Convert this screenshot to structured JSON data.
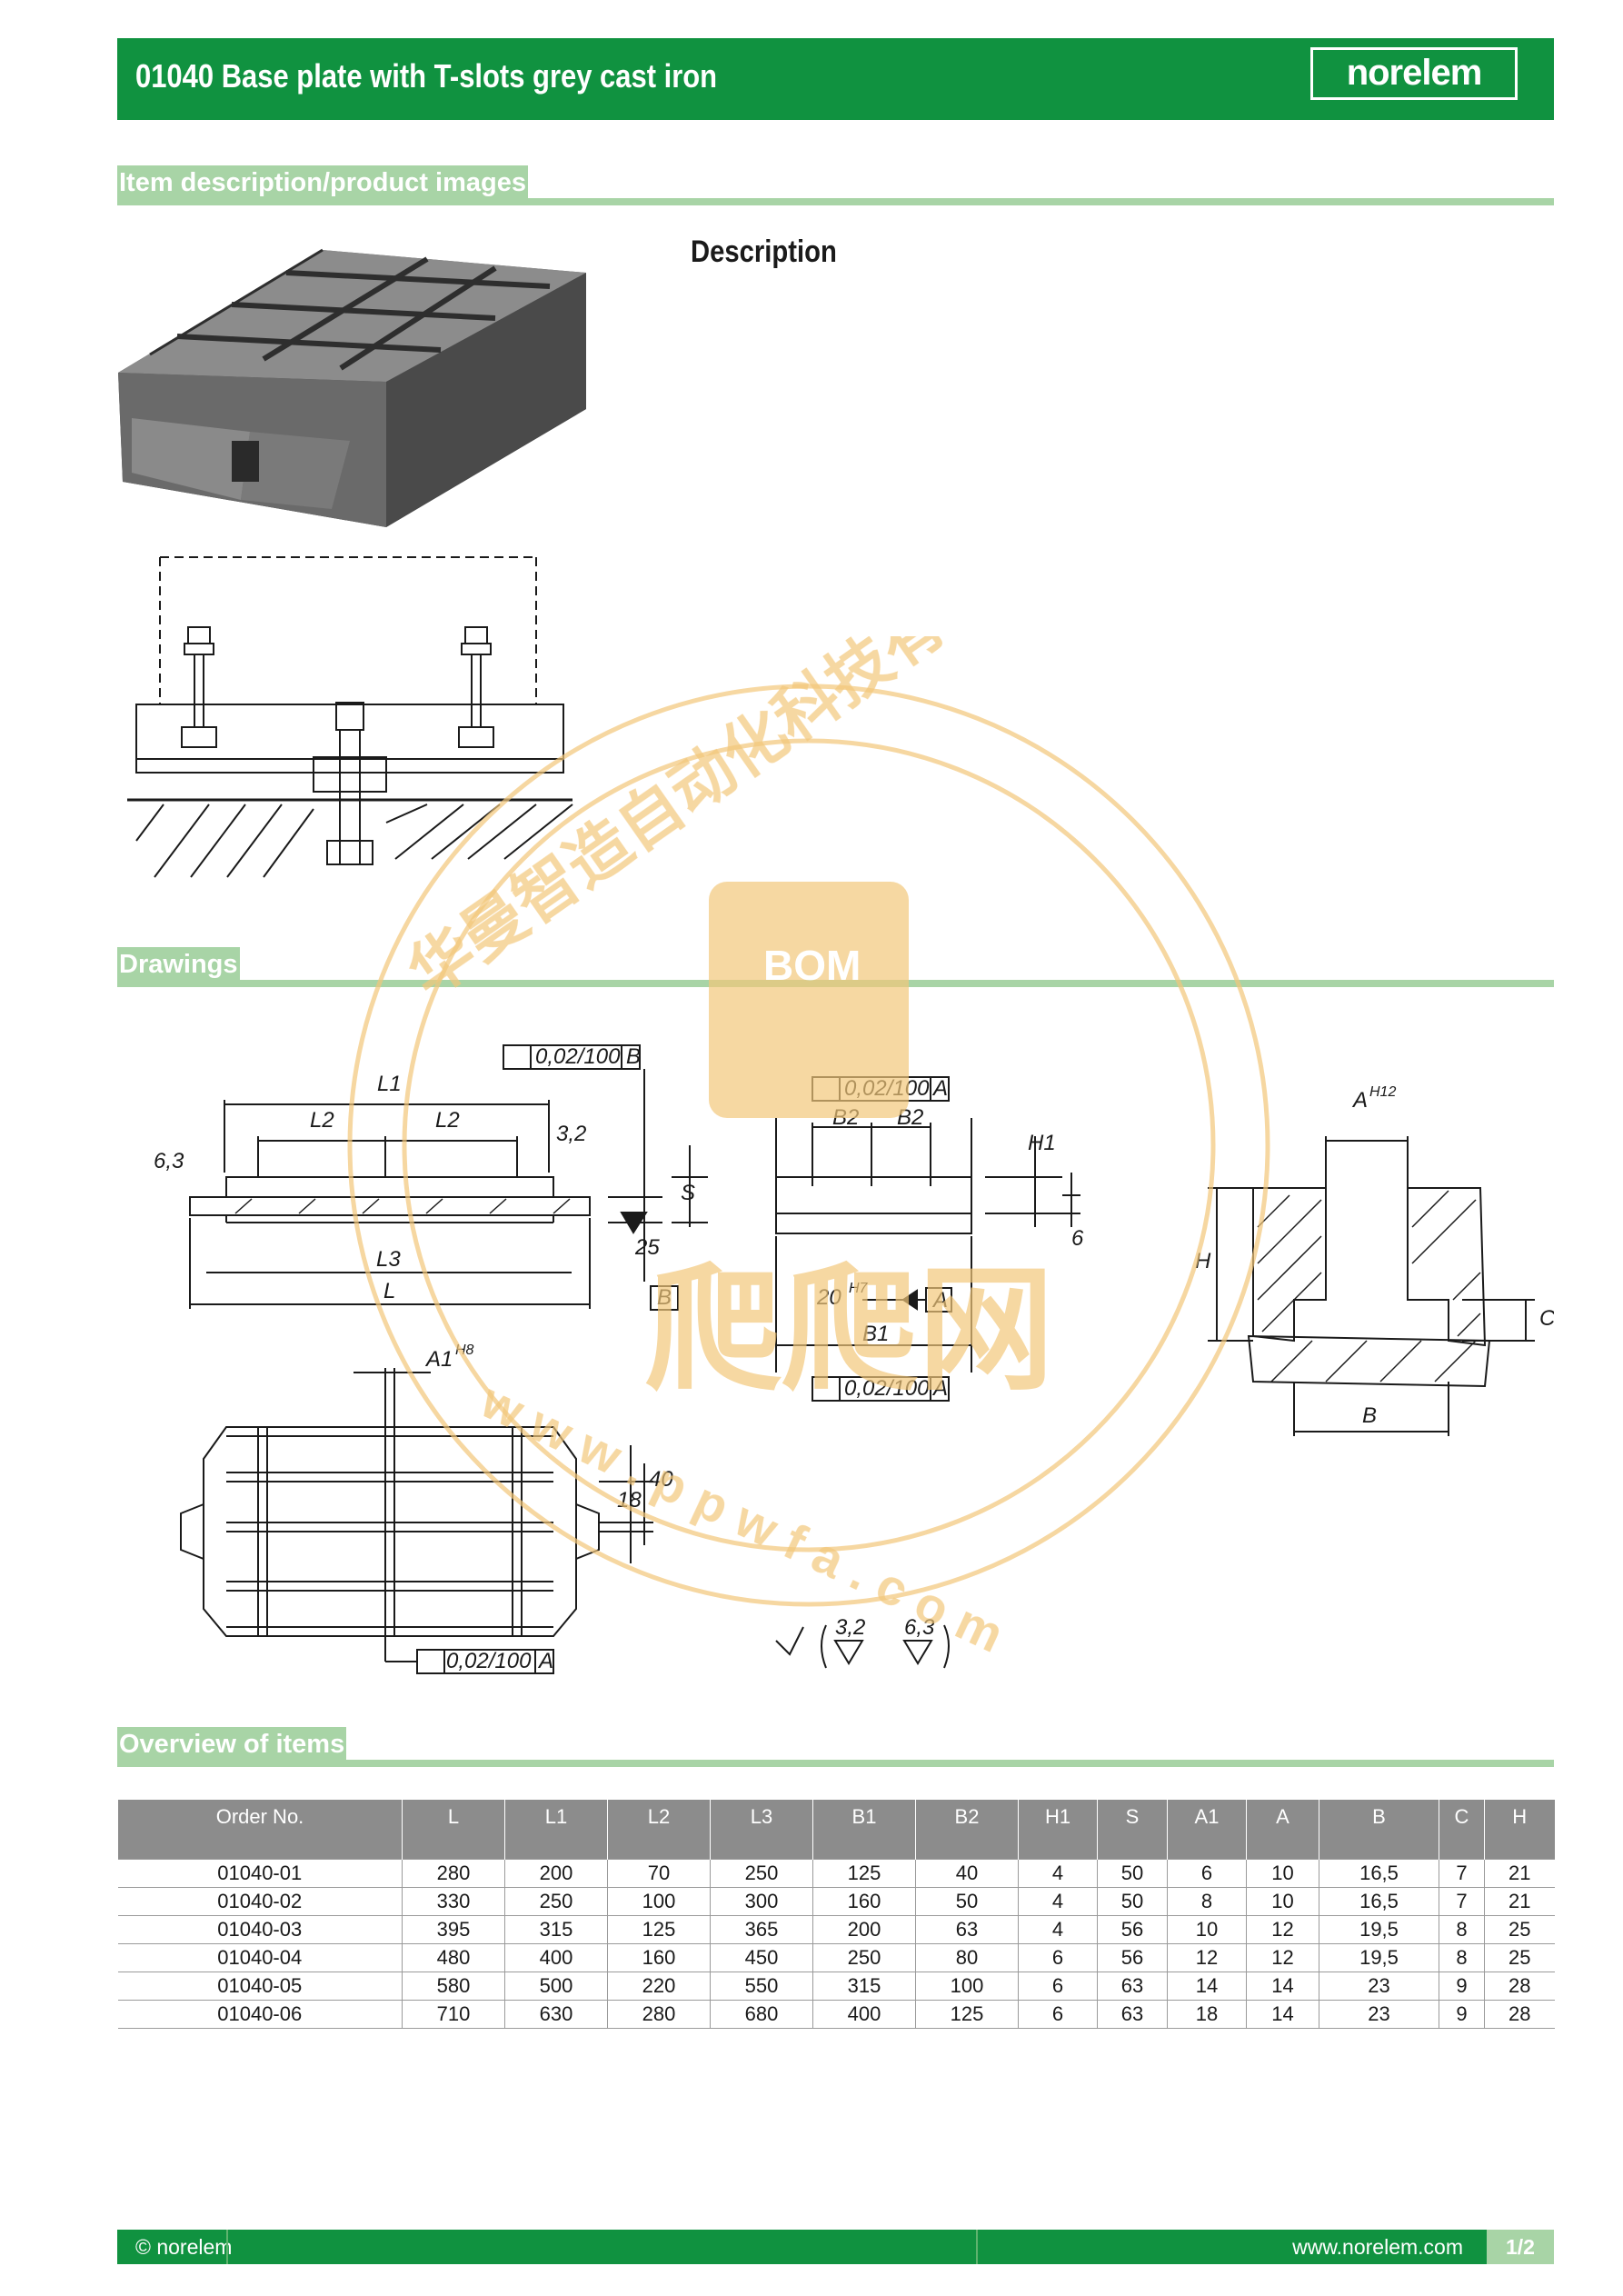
{
  "header": {
    "title": "01040 Base plate with T-slots grey cast iron",
    "logo": "norelem"
  },
  "sections": {
    "item_description": "Item description/product images",
    "drawings": "Drawings",
    "overview": "Overview of items"
  },
  "description_heading": "Description",
  "drawing_labels": {
    "L1": "L1",
    "L2": "L2",
    "L3": "L3",
    "L": "L",
    "S": "S",
    "25": "25",
    "6_3": "6,3",
    "3_2": "3,2",
    "B": "B",
    "A": "A",
    "tol_b": "0,02/100",
    "tol_a": "0,02/100",
    "B1": "B1",
    "B2": "B2",
    "H1": "H1",
    "six": "6",
    "twenty": "20",
    "h7": "H7",
    "A1": "A1",
    "h8": "H8",
    "eighteen": "18",
    "forty": "40",
    "A_h12": "A",
    "h12": "H12",
    "H": "H",
    "C": "C"
  },
  "watermark": {
    "company": "华曼智造自动化科技有限公司",
    "brand": "BOM",
    "cn": "爬爬网",
    "url": "w w w . p p w f a . c o m"
  },
  "table": {
    "columns": [
      "Order No.",
      "L",
      "L1",
      "L2",
      "L3",
      "B1",
      "B2",
      "H1",
      "S",
      "A1",
      "A",
      "B",
      "C",
      "H"
    ],
    "rows": [
      [
        "01040-01",
        "280",
        "200",
        "70",
        "250",
        "125",
        "40",
        "4",
        "50",
        "6",
        "10",
        "16,5",
        "7",
        "21"
      ],
      [
        "01040-02",
        "330",
        "250",
        "100",
        "300",
        "160",
        "50",
        "4",
        "50",
        "8",
        "10",
        "16,5",
        "7",
        "21"
      ],
      [
        "01040-03",
        "395",
        "315",
        "125",
        "365",
        "200",
        "63",
        "4",
        "56",
        "10",
        "12",
        "19,5",
        "8",
        "25"
      ],
      [
        "01040-04",
        "480",
        "400",
        "160",
        "450",
        "250",
        "80",
        "6",
        "56",
        "12",
        "12",
        "19,5",
        "8",
        "25"
      ],
      [
        "01040-05",
        "580",
        "500",
        "220",
        "550",
        "315",
        "100",
        "6",
        "63",
        "14",
        "14",
        "23",
        "9",
        "28"
      ],
      [
        "01040-06",
        "710",
        "630",
        "280",
        "680",
        "400",
        "125",
        "6",
        "63",
        "18",
        "14",
        "23",
        "9",
        "28"
      ]
    ]
  },
  "footer": {
    "copyright": "© norelem",
    "url": "www.norelem.com",
    "page": "1/2"
  },
  "colors": {
    "brand_green": "#109240",
    "section_green": "#a8d4a6",
    "table_header": "#8c8c8c",
    "watermark": "#f3c77a"
  }
}
